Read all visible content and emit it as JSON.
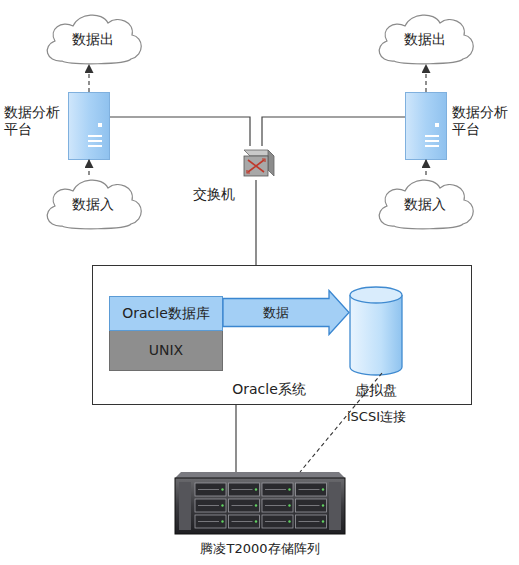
{
  "diagram": {
    "nodes": [
      {
        "text": [
          "数据出"
        ]
      },
      {
        "text": [
          "数据出"
        ]
      },
      {
        "text": [
          "数据分析 平台"
        ]
      },
      {
        "text": [
          "数据分析 平台"
        ]
      },
      {
        "text": [
          "数据入"
        ]
      },
      {
        "text": [
          "数据入"
        ]
      },
      {
        "text": [
          "交换机"
        ]
      },
      {
        "text": [
          "Oracle系统"
        ]
      },
      {
        "text": [
          "Oracle数据库"
        ],
        "in": 7
      },
      {
        "text": [
          "UNIX"
        ],
        "in": 7
      },
      {
        "text": [
          "虚拟盘"
        ],
        "in": 7
      },
      {
        "text": [
          "腾凌T2000存储阵列"
        ]
      }
    ],
    "edges": [
      {
        "from": 4,
        "to": 2,
        "arrow": "to"
      },
      {
        "from": 2,
        "to": 0,
        "arrow": "to"
      },
      {
        "from": 5,
        "to": 3,
        "arrow": "to"
      },
      {
        "from": 3,
        "to": 1,
        "arrow": "to"
      },
      {
        "from": 2,
        "to": 6,
        "arrow": "none"
      },
      {
        "from": 3,
        "to": 6,
        "arrow": "none"
      },
      {
        "from": 6,
        "to": 7,
        "arrow": "none"
      },
      {
        "from": 8,
        "to": 10,
        "arrow": "to",
        "label": "数据"
      },
      {
        "from": 7,
        "to": 11,
        "arrow": "none"
      },
      {
        "from": 10,
        "to": 11,
        "arrow": "none",
        "label": "iSCSI连接"
      }
    ]
  }
}
